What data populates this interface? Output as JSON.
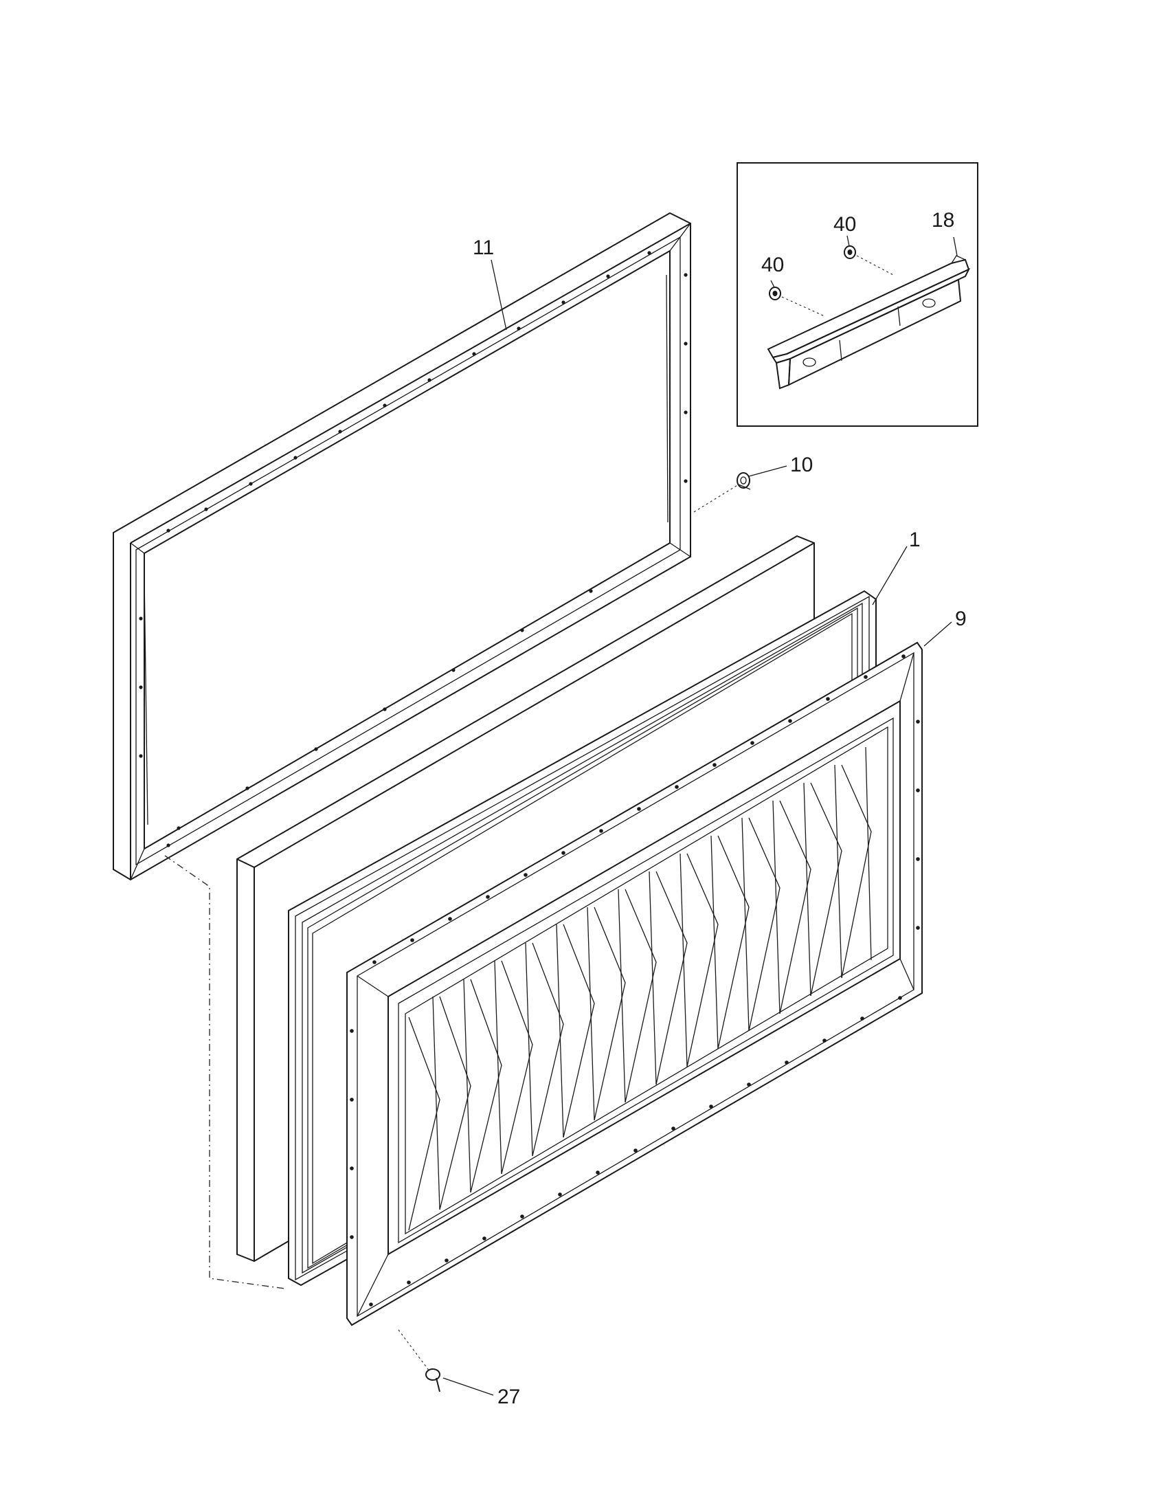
{
  "callouts": {
    "p11": "11",
    "p10": "10",
    "p1": "1",
    "p9": "9",
    "p27": "27",
    "p18": "18",
    "p40a": "40",
    "p40b": "40"
  },
  "colors": {
    "line": "#1a1a1a",
    "background": "#ffffff"
  }
}
